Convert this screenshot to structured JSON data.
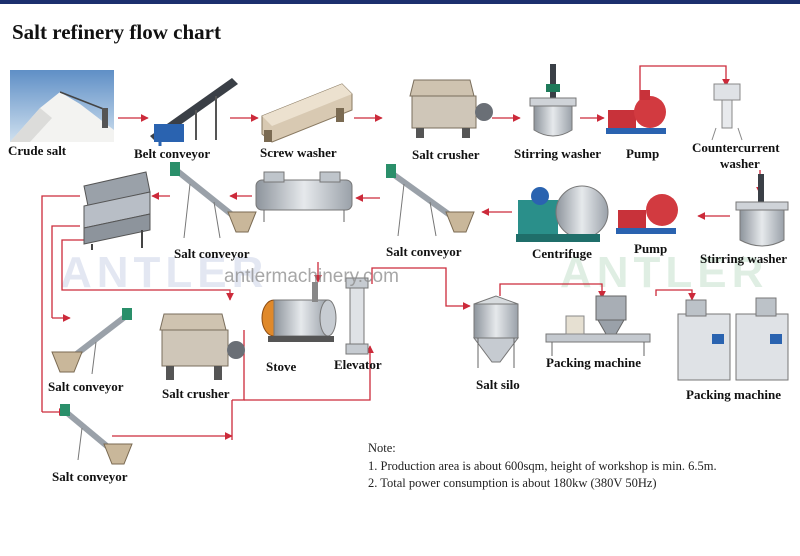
{
  "title": "Salt refinery flow chart",
  "watermark": "antlermachinery.com",
  "brand": "ANTLER",
  "labels": {
    "crude_salt": "Crude salt",
    "belt_conveyor": "Belt conveyor",
    "screw_washer": "Screw washer",
    "salt_crusher_top": "Salt crusher",
    "stirring_washer_top": "Stirring washer",
    "pump_top": "Pump",
    "countercurrent_washer_1": "Countercurrent",
    "countercurrent_washer_2": "washer",
    "stirring_washer_right": "Stirring washer",
    "pump_mid": "Pump",
    "centrifuge": "Centrifuge",
    "salt_conveyor_mid_right": "Salt conveyor",
    "salt_conveyor_mid_left": "Salt conveyor",
    "salt_conveyor_low": "Salt conveyor",
    "salt_crusher_low": "Salt crusher",
    "stove": "Stove",
    "elevator": "Elevator",
    "salt_silo": "Salt silo",
    "packing_machine_1": "Packing machine",
    "packing_machine_2": "Packing machine",
    "salt_conveyor_bottom": "Salt conveyor"
  },
  "note": {
    "heading": "Note:",
    "line1": "1. Production area is about 600sqm, height of workshop is min. 6.5m.",
    "line2": "2. Total power consumption is about 180kw (380V 50Hz)"
  },
  "colors": {
    "flow_line": "#cc2a3a",
    "header_bar": "#1c2f6e",
    "machine_steel": "#b8bec6",
    "motor_blue": "#2a63b0",
    "pump_red": "#c8323a",
    "hopper_tan": "#c9b79a"
  }
}
